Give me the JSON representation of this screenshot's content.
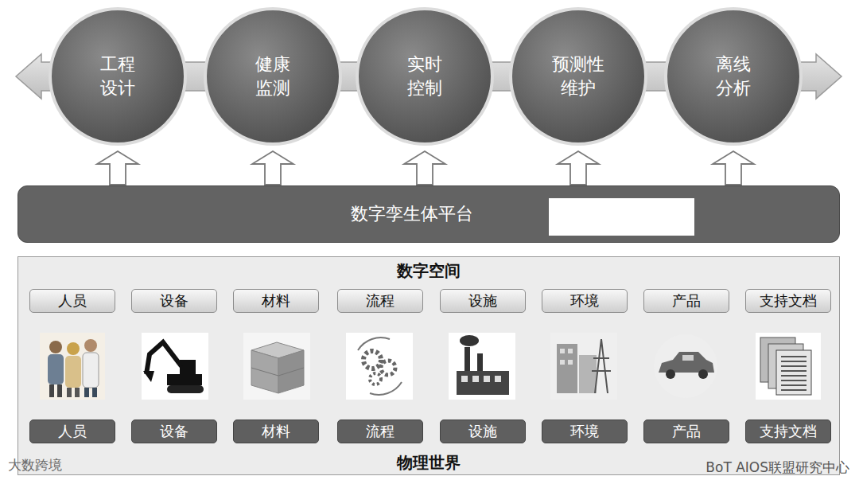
{
  "diagram": {
    "nodes": [
      {
        "text": [
          "工程设计"
        ]
      },
      {
        "text": [
          "健康监测"
        ]
      },
      {
        "text": [
          "实时控制"
        ]
      },
      {
        "text": [
          "预测性维护"
        ]
      },
      {
        "text": [
          "离线分析"
        ]
      },
      {
        "text": [
          "数字孪生体平台"
        ]
      },
      {
        "text": [
          "数字空间",
          "物理世界"
        ]
      },
      {
        "text": [
          "人员"
        ],
        "in": 6
      },
      {
        "text": [
          "设备"
        ],
        "in": 6
      },
      {
        "text": [
          "材料"
        ],
        "in": 6
      },
      {
        "text": [
          "流程"
        ],
        "in": 6
      },
      {
        "text": [
          "设施"
        ],
        "in": 6
      },
      {
        "text": [
          "环境"
        ],
        "in": 6
      },
      {
        "text": [
          "产品"
        ],
        "in": 6
      },
      {
        "text": [
          "支持文档"
        ],
        "in": 6
      },
      {
        "text": [
          "人员"
        ],
        "in": 6
      },
      {
        "text": [
          "设备"
        ],
        "in": 6
      },
      {
        "text": [
          "材料"
        ],
        "in": 6
      },
      {
        "text": [
          "流程"
        ],
        "in": 6
      },
      {
        "text": [
          "设施"
        ],
        "in": 6
      },
      {
        "text": [
          "环境"
        ],
        "in": 6
      },
      {
        "text": [
          "产品"
        ],
        "in": 6
      },
      {
        "text": [
          "支持文档"
        ],
        "in": 6
      }
    ],
    "edges": [
      {
        "from": 5,
        "to": 0,
        "arrow": "to"
      },
      {
        "from": 5,
        "to": 1,
        "arrow": "to"
      },
      {
        "from": 5,
        "to": 2,
        "arrow": "to"
      },
      {
        "from": 5,
        "to": 3,
        "arrow": "to"
      },
      {
        "from": 5,
        "to": 4,
        "arrow": "to"
      }
    ],
    "labels": [
      "BoT AIOS联盟研究中心",
      "大数跨境"
    ]
  }
}
